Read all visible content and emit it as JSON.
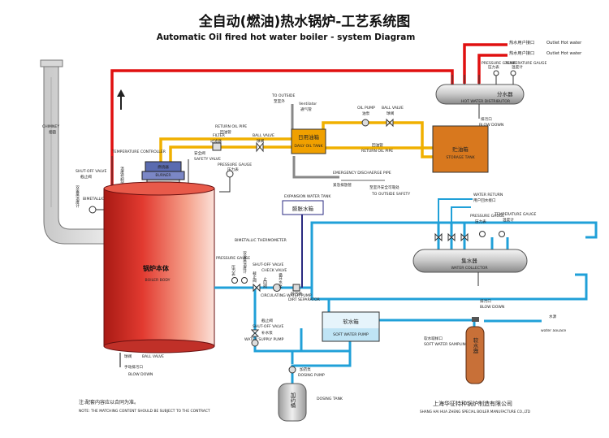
{
  "title": {
    "cn": "全自动(燃油)热水锅炉-工艺系统图",
    "en": "Automatic Oil fired hot water boiler - system Diagram"
  },
  "outlets": {
    "cn1": "热水用户接口",
    "en1": "Outlet Hot water",
    "cn2": "热水用户接口",
    "en2": "Outlet Hot water"
  },
  "distributor": {
    "cn": "分水器",
    "en": "HOT WATER DISTRIBUTOR",
    "pg_en": "PRESSURE GAUGE",
    "pg_cn": "压力表",
    "tg_en": "TEMPERATURE GAUGE",
    "tg_cn": "温度计",
    "blow_cn": "排污口",
    "blow_en": "BLOW DOWN"
  },
  "chimney": {
    "en": "CHIMNEY",
    "cn": "烟囱"
  },
  "outside": {
    "en": "TO OUTSIDE",
    "cn": "至室外"
  },
  "ventilator": {
    "en": "Ventilator",
    "cn": "通气管"
  },
  "oil_pump": {
    "en": "OIL PUMP",
    "cn": "油泵"
  },
  "ball_valve_top": {
    "en": "BALL VALVE",
    "cn": "球阀"
  },
  "return_oil_top": {
    "en": "RETURN OIL PIPE",
    "cn": "回油管"
  },
  "filter": {
    "en": "FILTER",
    "cn": "过滤器"
  },
  "ball_valve_mid": {
    "en": "BALL VALVE",
    "cn": "球阀"
  },
  "daily_tank": {
    "cn": "日用油箱",
    "en": "DAILY OIL TANK"
  },
  "return_oil_right": {
    "cn": "回油管",
    "en": "RETURN OIL PIPE"
  },
  "storage_tank": {
    "cn": "贮油箱",
    "en": "STORAGE TANK"
  },
  "temp_controller": {
    "en": "TEMPERATURE CONTROLLER",
    "cn": "温度控制器"
  },
  "burner": {
    "cn": "燃烧器",
    "en": "BURNER"
  },
  "safety_valve": {
    "cn": "安全阀",
    "en": "SAFETY VALVE"
  },
  "pressure_gauge_top": {
    "en": "PRESSURE GAUGE",
    "cn": "压力表"
  },
  "emergency": {
    "en": "EMERGENCY DISCHAERGE PIPE",
    "cn": "紧急排放管"
  },
  "safety_outside": {
    "cn": "至室外安全可靠处",
    "en": "TO OUTSIDE SAFETY"
  },
  "shutoff_left": {
    "en": "SHUT-OFF VALVE",
    "cn": "截止阀"
  },
  "bimetallic_left": {
    "cn": "双金属温度计",
    "en": "BIMETALLIC THERMOMETER"
  },
  "boiler": {
    "cn": "锅炉本体",
    "en": "BOILER BODY"
  },
  "expansion": {
    "en": "EXPANSION WATER TANK",
    "cn": "膨胀水箱"
  },
  "water_return": {
    "en": "WATER RETURN",
    "cn": "用户回水接口"
  },
  "collector_gauges": {
    "pg_en": "PRESSURE GAUGE",
    "pg_cn": "压力表",
    "tg_en": "TEMPERATURE GAUGE",
    "tg_cn": "温度计"
  },
  "collector": {
    "cn": "集水器",
    "en": "WATER COLLECTOR",
    "blow_cn": "排污口",
    "blow_en": "BLOW DOWN"
  },
  "bimetallic_mid": {
    "en": "BIMETALLIC THERMOMETER",
    "cn": "双金属温度计"
  },
  "pressure_gauge_mid": {
    "en": "PRESSURE GAUGE",
    "cn": "压力表"
  },
  "shutoff_mid": {
    "en": "SHUT-OFF VALVE",
    "cn": "截止阀"
  },
  "check_valve": {
    "en": "CHECK VALVE",
    "cn": "止回阀"
  },
  "circ_pump": {
    "cn": "循环水泵",
    "en": "CIRCULATING WATER PUMP"
  },
  "dirt_sep": {
    "cn": "除污器",
    "en": "DIRT SEPARATOR"
  },
  "shutoff_low": {
    "cn": "截止阀",
    "en": "SHUT-OFF VALVE"
  },
  "supply_pump": {
    "cn": "补水泵",
    "en": "WATER SUPPLY PUMP"
  },
  "soft_tank": {
    "cn": "软水箱",
    "en": "SOFT WATER PUMP"
  },
  "dosing_pump": {
    "cn": "加药泵",
    "en": "DOSING PUMP"
  },
  "dosing_tank": {
    "cn": "加药桶",
    "en": "DOSING TANK"
  },
  "sampling": {
    "cn": "软水取样口",
    "en": "SOFT WATER SAMPLING PORT"
  },
  "softener": {
    "cn": "软水器"
  },
  "water_source": {
    "cn": "水源",
    "en": "water aouace"
  },
  "ball_valve_low": {
    "en": "BALL VALVE"
  },
  "hand_blow": {
    "cn": "手动排污口",
    "en": "BLOW DOWN"
  },
  "ball_valve_cn": {
    "cn": "球阀"
  },
  "note": {
    "cn": "注:配套内容应以合同为准。",
    "en": "NOTE: THE MATCHING CONTENT SHOULD BE SUBJECT TO THE CONTRACT"
  },
  "maker": {
    "cn": "上海华征特种锅炉制造有限公司",
    "en": "SHANG HAI HUA ZHENG SPECIAL BOILER MANUFACTURE CO.,LTD"
  },
  "colors": {
    "hot": "#e01010",
    "oil": "#f0b000",
    "water": "#20a0d8",
    "boiler": "#d9302a",
    "tank": "#d8781e"
  }
}
